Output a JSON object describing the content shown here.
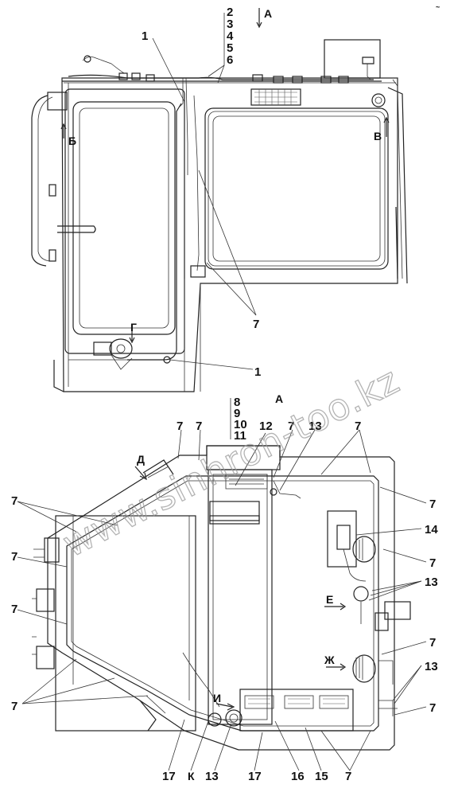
{
  "corner_mark": "~",
  "top_view": {
    "labels": {
      "n1": "1",
      "n2": "2",
      "n3": "3",
      "n4": "4",
      "n5": "5",
      "n6": "6",
      "n7": "7",
      "n1b": "1",
      "view_a": "А",
      "view_b": "Б",
      "view_v": "В",
      "view_g": "Г"
    }
  },
  "bottom_view": {
    "labels": {
      "n8": "8",
      "n9": "9",
      "n10": "10",
      "n11": "11",
      "n12": "12",
      "n7a": "7",
      "n7b": "7",
      "n13a": "13",
      "n7c": "7",
      "n7d": "7",
      "n14": "14",
      "n7e": "7",
      "n13b": "13",
      "n7f": "7",
      "n13c": "13",
      "n7g": "7",
      "n7h": "7",
      "n7i": "7",
      "n7j": "7",
      "n7k": "7",
      "n17a": "17",
      "nK": "К",
      "n13d": "13",
      "n17b": "17",
      "n16": "16",
      "n15": "15",
      "n7l": "7",
      "view_a": "А",
      "view_d": "Д",
      "view_e": "Е",
      "view_zh": "Ж",
      "view_i": "И"
    }
  },
  "watermark": "www.sinhron-too.kz"
}
